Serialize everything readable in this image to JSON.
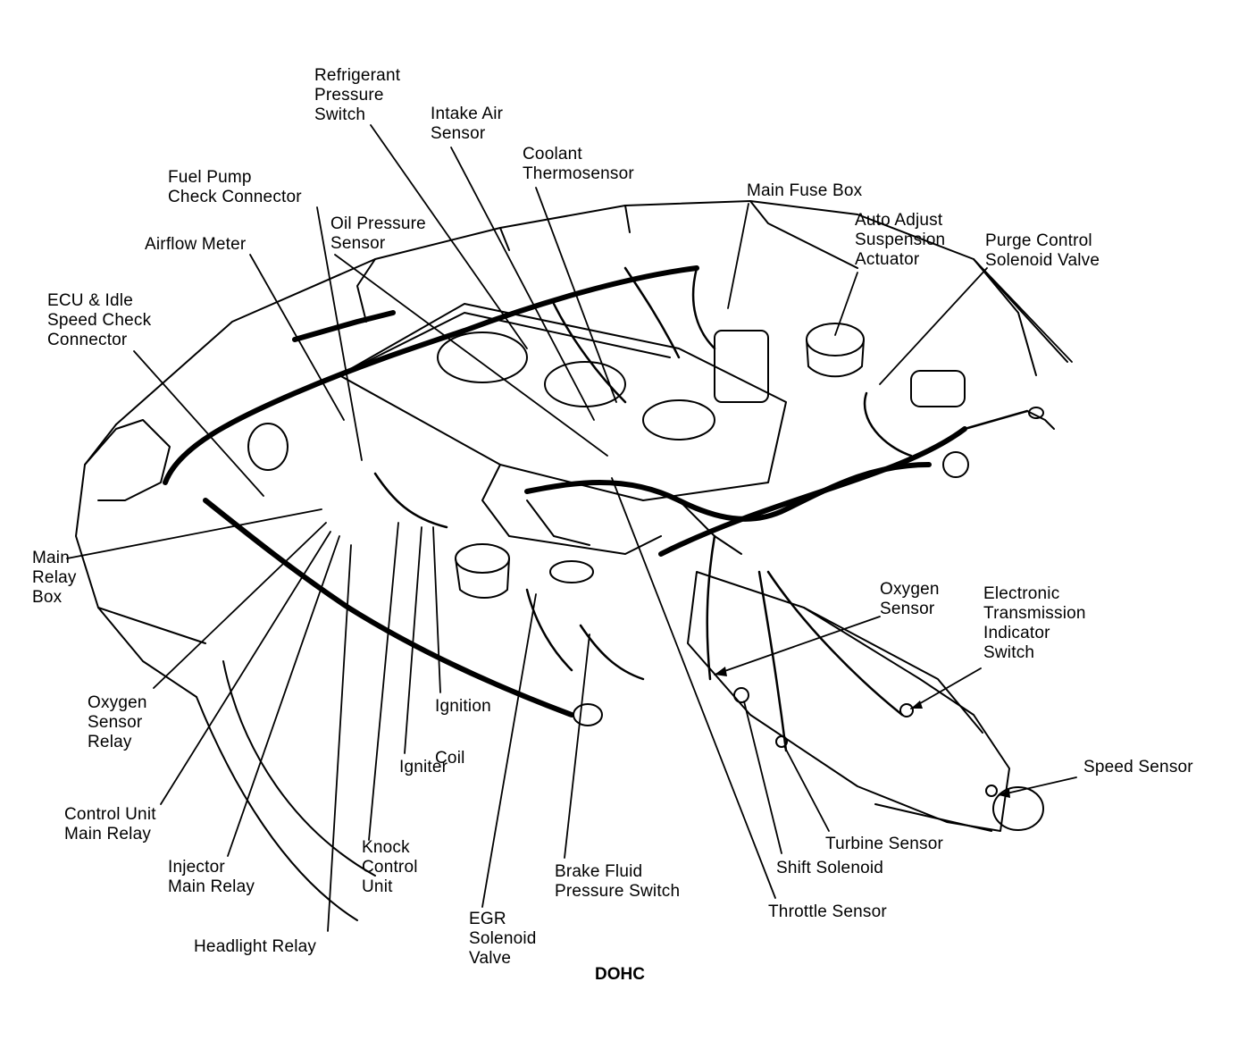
{
  "diagram": {
    "caption": "DOHC",
    "colors": {
      "ink": "#000000",
      "paper": "#ffffff"
    },
    "labels": {
      "refrigerant_pressure_switch": "Refrigerant\nPressure\nSwitch",
      "intake_air_sensor": "Intake Air\nSensor",
      "coolant_thermosensor": "Coolant\nThermosensor",
      "main_fuse_box": "Main Fuse Box",
      "auto_adjust_suspension_actuator": "Auto Adjust\nSuspension\nActuator",
      "purge_control_solenoid_valve": "Purge Control\nSolenoid Valve",
      "fuel_pump_check_connector": "Fuel Pump\nCheck Connector",
      "oil_pressure_sensor": "Oil Pressure\nSensor",
      "airflow_meter": "Airflow Meter",
      "ecu_idle_speed_check_connector": "ECU & Idle\nSpeed Check\nConnector",
      "main_relay_box": "Main\nRelay\nBox",
      "oxygen_sensor_relay": "Oxygen\nSensor\nRelay",
      "control_unit_main_relay": "Control Unit\nMain Relay",
      "injector_main_relay": "Injector\nMain Relay",
      "headlight_relay": "Headlight Relay",
      "knock_control_unit": "Knock\nControl\nUnit",
      "igniter": "Igniter",
      "ignition_coil": "Ignition\n\nCoil",
      "egr_solenoid_valve": "EGR\nSolenoid\nValve",
      "brake_fluid_pressure_switch": "Brake Fluid\nPressure Switch",
      "throttle_sensor": "Throttle Sensor",
      "shift_solenoid": "Shift Solenoid",
      "turbine_sensor": "Turbine Sensor",
      "speed_sensor": "Speed Sensor",
      "oxygen_sensor": "Oxygen\nSensor",
      "electronic_transmission_indicator_switch": "Electronic\nTransmission\nIndicator\nSwitch"
    }
  }
}
